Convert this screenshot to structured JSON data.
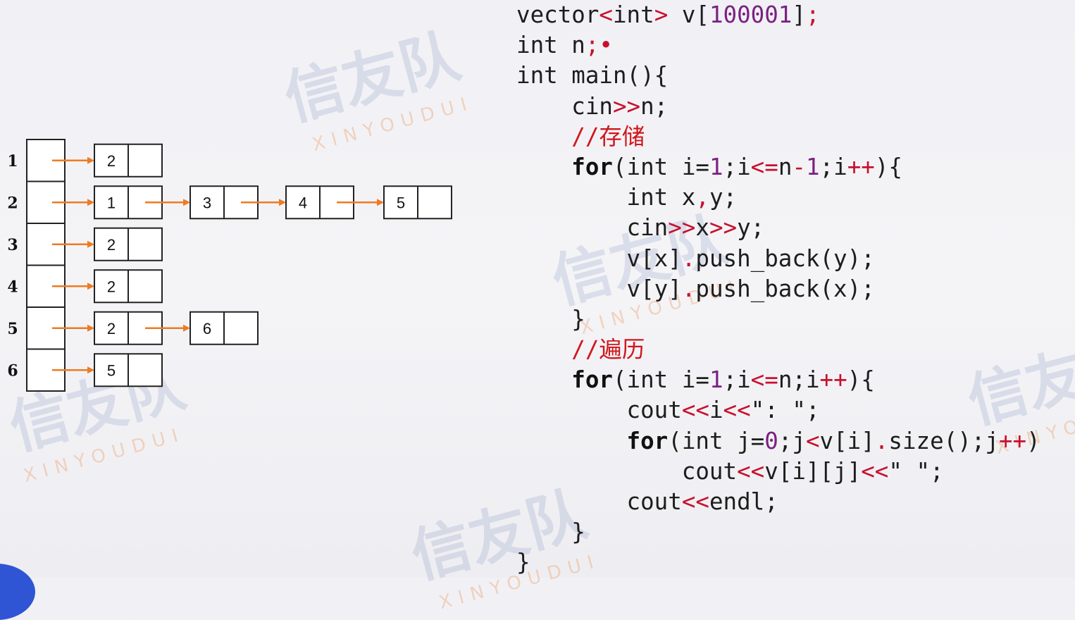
{
  "watermark": {
    "text": "信友队",
    "subtext": "XINYOUDUI"
  },
  "diagram": {
    "rows": [
      {
        "label": "1",
        "nodes": [
          "2"
        ]
      },
      {
        "label": "2",
        "nodes": [
          "1",
          "3",
          "4",
          "5"
        ]
      },
      {
        "label": "3",
        "nodes": [
          "2"
        ]
      },
      {
        "label": "4",
        "nodes": [
          "2"
        ]
      },
      {
        "label": "5",
        "nodes": [
          "2",
          "6"
        ]
      },
      {
        "label": "6",
        "nodes": [
          "5"
        ]
      }
    ],
    "colors": {
      "arrow": "#ee7b22",
      "box_stroke": "#222222"
    }
  },
  "code": {
    "lines": [
      [
        [
          "t",
          "vector"
        ],
        [
          "op",
          "<"
        ],
        [
          "t",
          "int"
        ],
        [
          "op",
          ">"
        ],
        [
          "t",
          " v["
        ],
        [
          "num",
          "100001"
        ],
        [
          "t",
          "]"
        ],
        [
          "op",
          ";"
        ]
      ],
      [
        [
          "t",
          "int n"
        ],
        [
          "op",
          ";"
        ],
        [
          "op",
          "•"
        ]
      ],
      [
        [
          "t",
          "int main(){"
        ]
      ],
      [
        [
          "t",
          "    cin"
        ],
        [
          "op",
          ">>"
        ],
        [
          "t",
          "n;"
        ]
      ],
      [
        [
          "t",
          "    "
        ],
        [
          "cmt",
          "//存储"
        ]
      ],
      [
        [
          "t",
          "    "
        ],
        [
          "kw",
          "for"
        ],
        [
          "t",
          "(int i="
        ],
        [
          "num",
          "1"
        ],
        [
          "t",
          ";i"
        ],
        [
          "op",
          "<="
        ],
        [
          "t",
          "n"
        ],
        [
          "op",
          "-"
        ],
        [
          "num",
          "1"
        ],
        [
          "t",
          ";i"
        ],
        [
          "op",
          "++"
        ],
        [
          "t",
          "){"
        ]
      ],
      [
        [
          "t",
          "        int x"
        ],
        [
          "op",
          ","
        ],
        [
          "t",
          "y;"
        ]
      ],
      [
        [
          "t",
          "        cin"
        ],
        [
          "op",
          ">>"
        ],
        [
          "t",
          "x"
        ],
        [
          "op",
          ">>"
        ],
        [
          "t",
          "y;"
        ]
      ],
      [
        [
          "t",
          "        v[x]"
        ],
        [
          "op",
          "."
        ],
        [
          "t",
          "push_back(y);"
        ]
      ],
      [
        [
          "t",
          "        v[y]"
        ],
        [
          "op",
          "."
        ],
        [
          "t",
          "push_back(x);"
        ]
      ],
      [
        [
          "t",
          "    }"
        ]
      ],
      [
        [
          "t",
          "    "
        ],
        [
          "cmt",
          "//遍历"
        ]
      ],
      [
        [
          "t",
          "    "
        ],
        [
          "kw",
          "for"
        ],
        [
          "t",
          "(int i="
        ],
        [
          "num",
          "1"
        ],
        [
          "t",
          ";i"
        ],
        [
          "op",
          "<="
        ],
        [
          "t",
          "n;i"
        ],
        [
          "op",
          "++"
        ],
        [
          "t",
          "){"
        ]
      ],
      [
        [
          "t",
          "        cout"
        ],
        [
          "op",
          "<<"
        ],
        [
          "t",
          "i"
        ],
        [
          "op",
          "<<"
        ],
        [
          "t",
          "\": \";"
        ]
      ],
      [
        [
          "t",
          "        "
        ],
        [
          "kw",
          "for"
        ],
        [
          "t",
          "(int j="
        ],
        [
          "num",
          "0"
        ],
        [
          "t",
          ";j"
        ],
        [
          "op",
          "<"
        ],
        [
          "t",
          "v[i]"
        ],
        [
          "op",
          "."
        ],
        [
          "t",
          "size();j"
        ],
        [
          "op",
          "++"
        ],
        [
          "t",
          ")"
        ]
      ],
      [
        [
          "t",
          "            cout"
        ],
        [
          "op",
          "<<"
        ],
        [
          "t",
          "v[i][j]"
        ],
        [
          "op",
          "<<"
        ],
        [
          "t",
          "\" \";"
        ]
      ],
      [
        [
          "t",
          "        cout"
        ],
        [
          "op",
          "<<"
        ],
        [
          "t",
          "endl;"
        ]
      ],
      [
        [
          "t",
          "    }"
        ]
      ],
      [
        [
          "t",
          "}"
        ]
      ]
    ],
    "colors": {
      "operator": "#c8102e",
      "number": "#7b2182",
      "comment": "#d0171c"
    }
  }
}
